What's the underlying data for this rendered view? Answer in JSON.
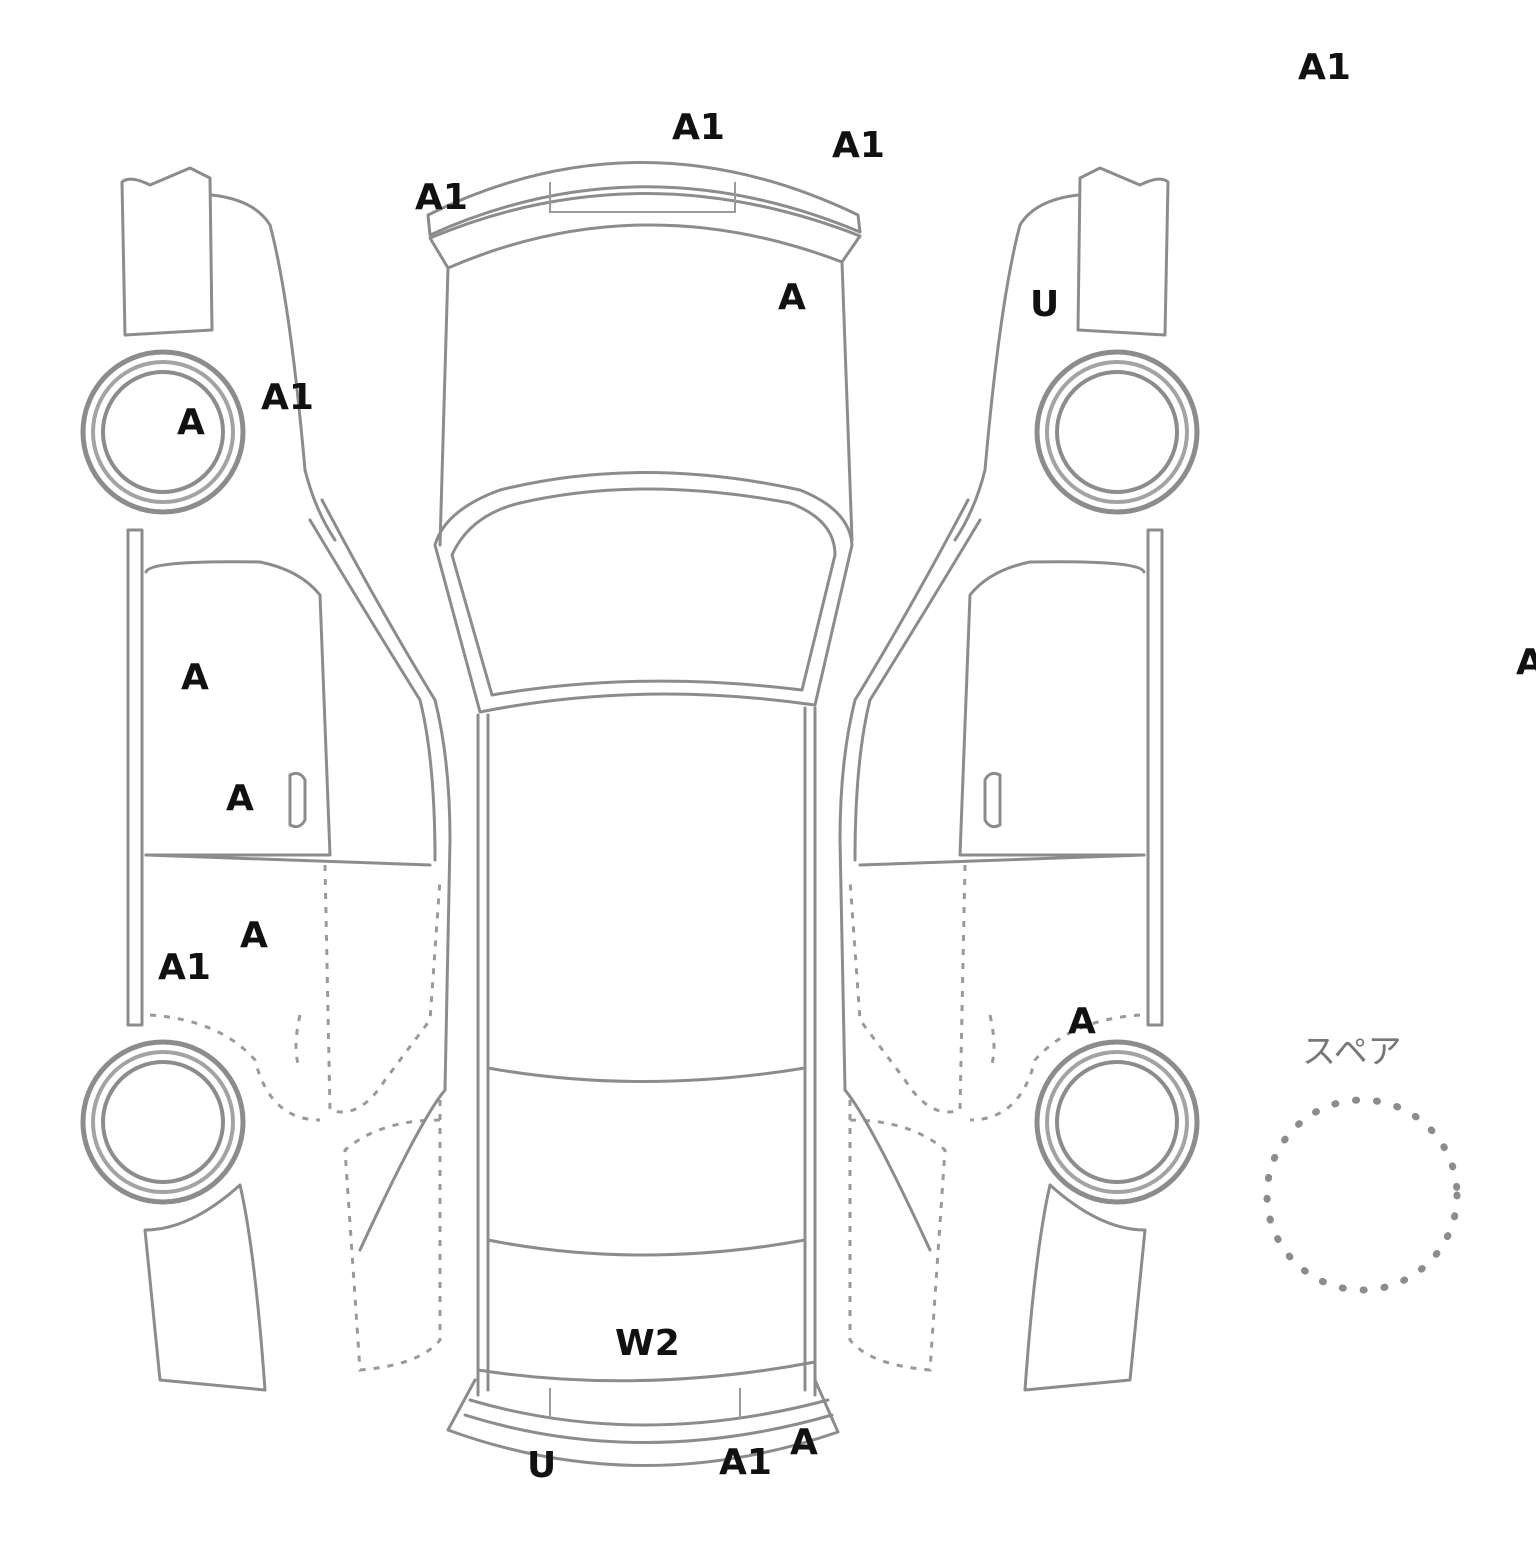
{
  "damage_marks": {
    "top_right": "A1",
    "roof_top": "A1",
    "roof_top_right": "A1",
    "roof_top_left": "A1",
    "hood": "A",
    "right_front_fender": "U",
    "left_front_wheel": "A",
    "left_front_fender": "A1",
    "left_front_door": "A",
    "left_door_handle": "A",
    "left_rear_door": "A",
    "left_rear_door_low": "A1",
    "right_rear_quarter": "A",
    "far_right_edge": "A",
    "trunk": "W2",
    "rear_bumper_left": "U",
    "rear_bumper_mid": "A1",
    "rear_bumper_right": "A"
  },
  "spare": {
    "label": "スペア"
  }
}
